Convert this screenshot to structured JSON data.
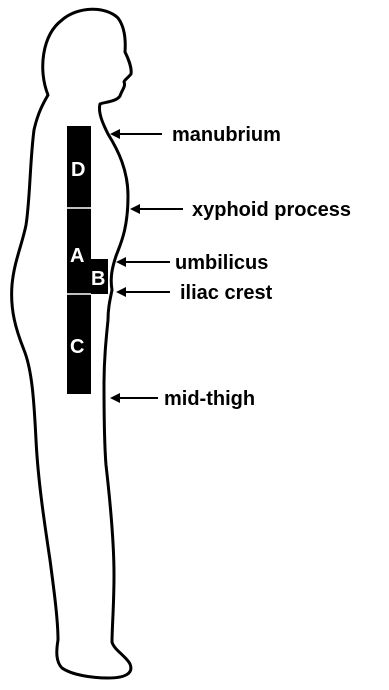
{
  "colors": {
    "outline": "#000000",
    "bar": "#000000",
    "bar_divider": "#ffffff",
    "letter": "#ffffff",
    "background": "#ffffff"
  },
  "segments": {
    "d": "D",
    "a": "A",
    "b": "B",
    "c": "C"
  },
  "landmarks": {
    "manubrium": "manubrium",
    "xyphoid": "xyphoid process",
    "umbilicus": "umbilicus",
    "iliac": "iliac crest",
    "midthigh": "mid-thigh"
  }
}
